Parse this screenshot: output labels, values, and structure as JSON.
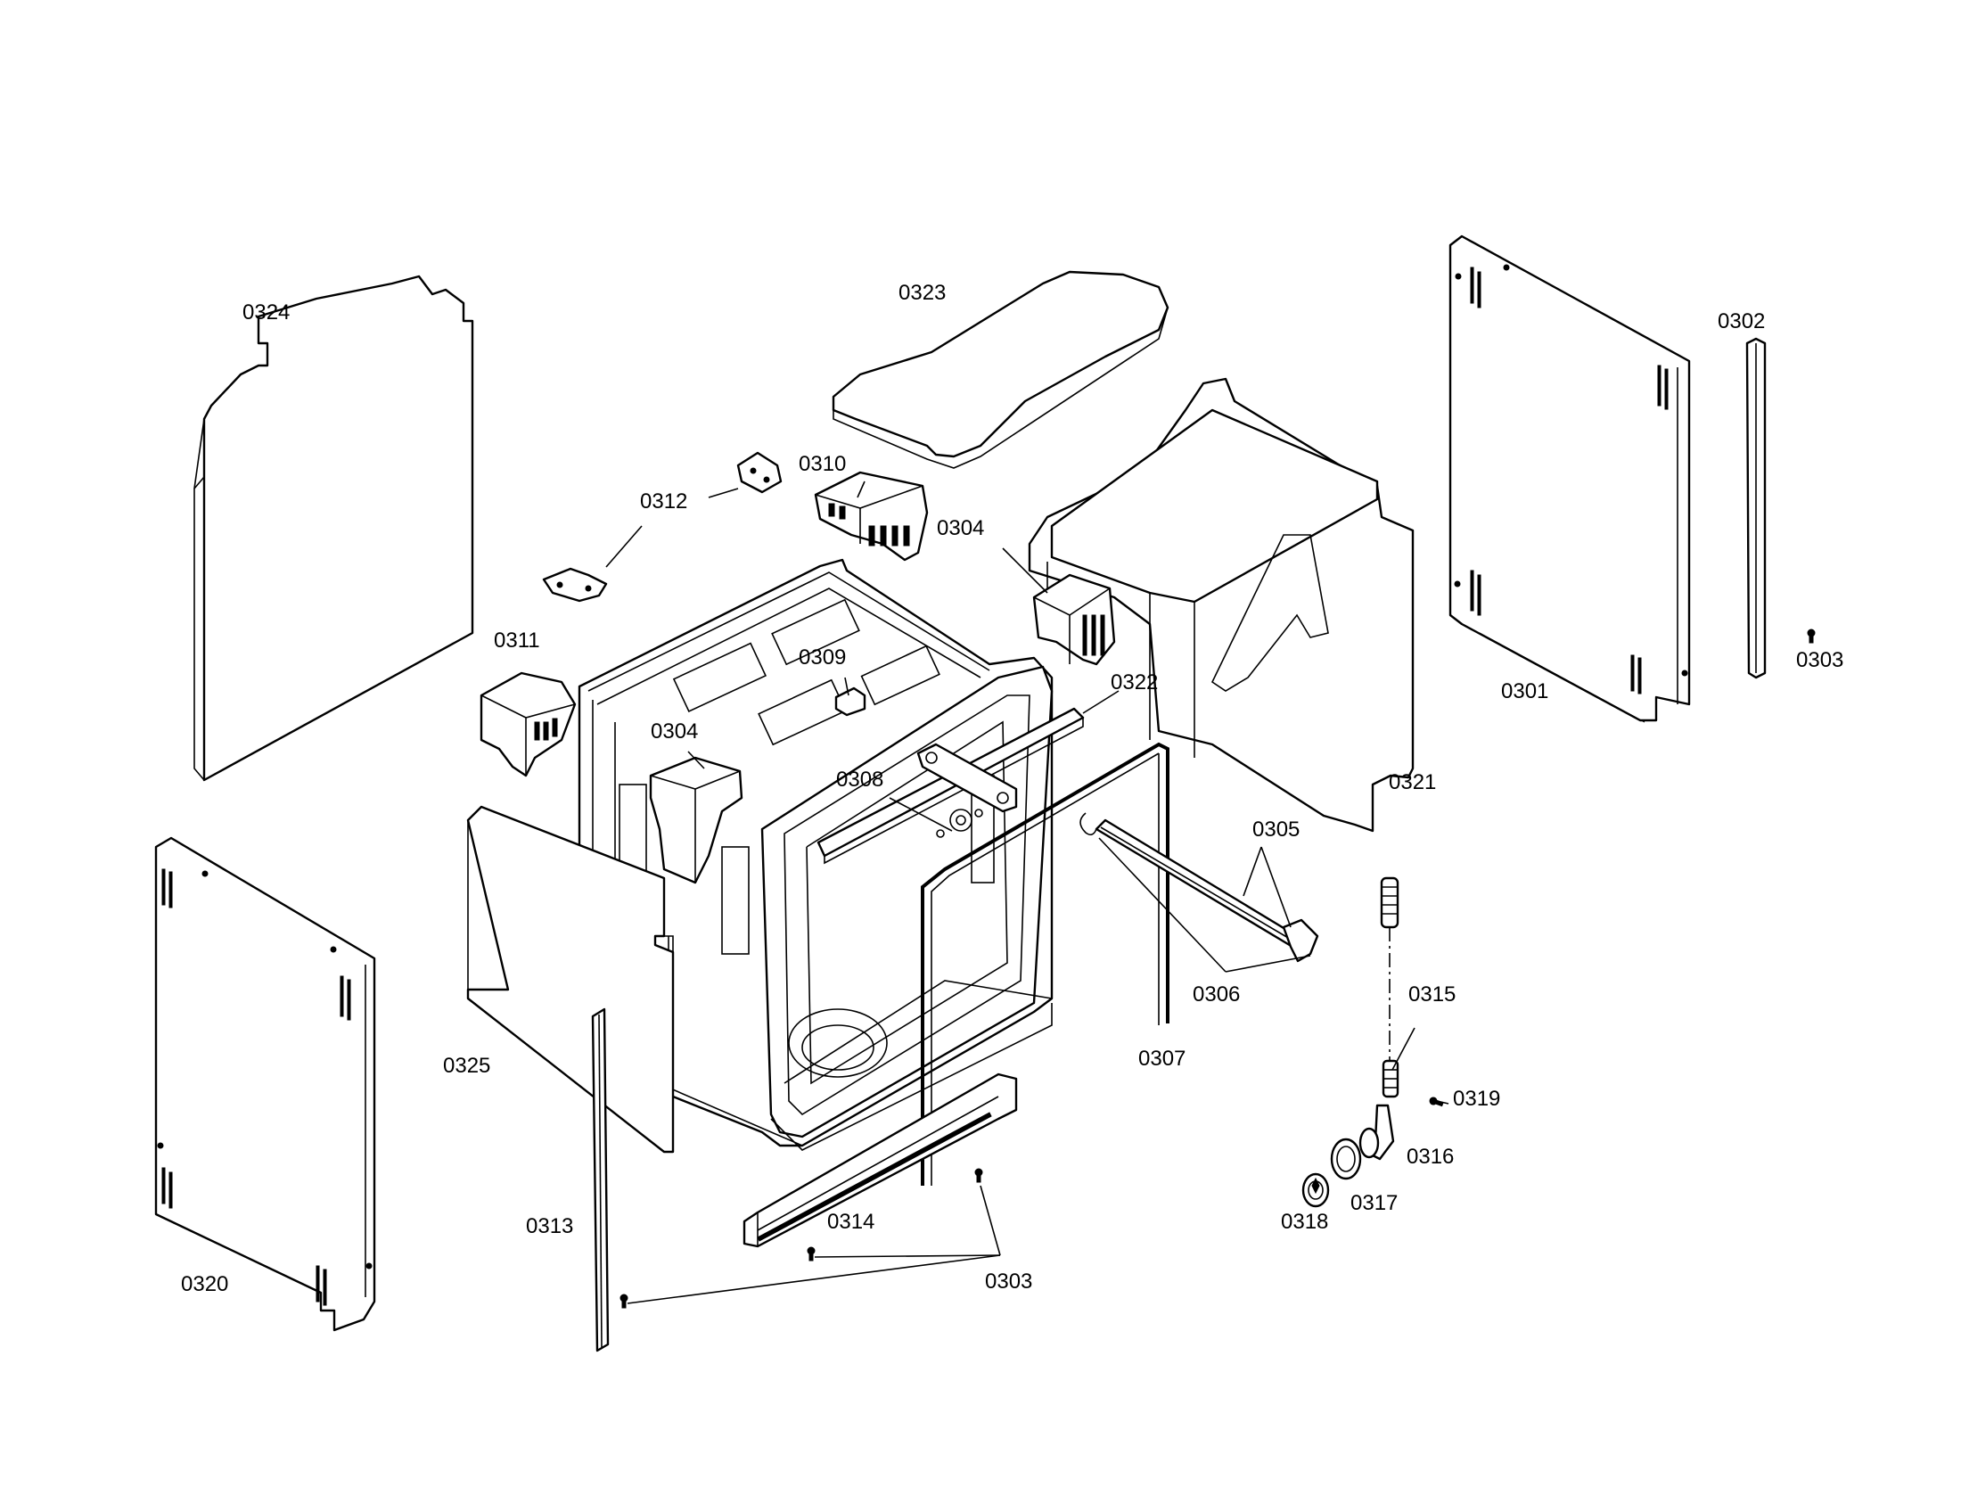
{
  "labels": {
    "p0301": "0301",
    "p0302": "0302",
    "p0303a": "0303",
    "p0303b": "0303",
    "p0304a": "0304",
    "p0304b": "0304",
    "p0305": "0305",
    "p0306": "0306",
    "p0307": "0307",
    "p0308": "0308",
    "p0309": "0309",
    "p0310": "0310",
    "p0311": "0311",
    "p0312": "0312",
    "p0313": "0313",
    "p0314": "0314",
    "p0315": "0315",
    "p0316": "0316",
    "p0317": "0317",
    "p0318": "0318",
    "p0319": "0319",
    "p0320": "0320",
    "p0321": "0321",
    "p0322": "0322",
    "p0323": "0323",
    "p0324": "0324",
    "p0325": "0325"
  }
}
